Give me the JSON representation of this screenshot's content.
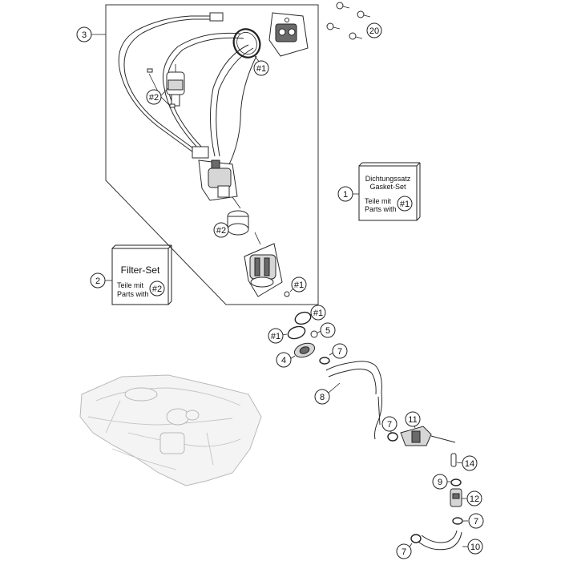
{
  "callouts": {
    "c3": "3",
    "c20": "20",
    "h1_top": "#1",
    "h2_upper": "#2",
    "h2_lower": "#2",
    "h1_bottom": "#1",
    "c1": "1",
    "c2": "2",
    "h1_a": "#1",
    "h1_b": "#1",
    "c5": "5",
    "c4": "4",
    "c7_a": "7",
    "c8": "8",
    "c7_b": "7",
    "c11": "11",
    "c14": "14",
    "c9": "9",
    "c12": "12",
    "c7_c": "7",
    "c7_d": "7",
    "c10": "10"
  },
  "gasket_set": {
    "line1": "Dichtungssatz",
    "line2": "Gasket-Set",
    "line3": "Teile mit",
    "line4": "Parts with",
    "ref": "#1"
  },
  "filter_set": {
    "title": "Filter-Set",
    "line1": "Teile mit",
    "line2": "Parts with",
    "ref": "#2"
  },
  "colors": {
    "line": "#2a2a2a",
    "ghost_part": "#c4c4c4",
    "background": "#ffffff"
  }
}
